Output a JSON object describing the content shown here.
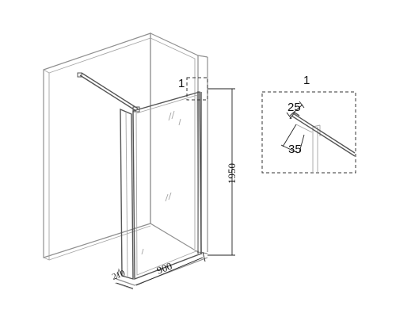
{
  "diagram": {
    "callout_label": "1",
    "detail_label": "1",
    "dimensions": {
      "height": "1950",
      "width": "900",
      "depth": "210",
      "detail_top": "25",
      "detail_side": "35"
    }
  },
  "colors": {
    "line": "#8f8f8f",
    "dark_line": "#555555",
    "text": "#111111"
  }
}
